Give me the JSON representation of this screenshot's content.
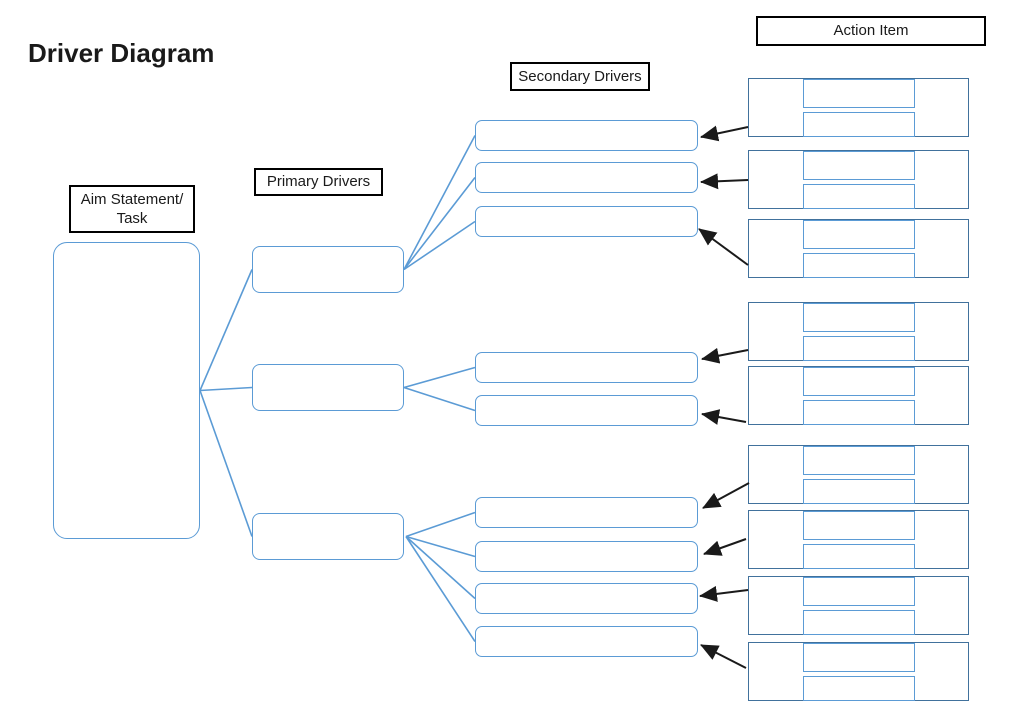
{
  "title": "Driver Diagram",
  "labels": {
    "aim_line1": "Aim Statement/",
    "aim_line2": "Task",
    "primary": "Primary Drivers",
    "secondary": "Secondary Drivers",
    "action": "Action Item"
  },
  "colors": {
    "shape_border": "#5B9BD5",
    "action_outer_border": "#41719C",
    "label_border": "#000000",
    "connector": "#5B9BD5",
    "arrow": "#1A1A1A",
    "text": "#1A1A1A",
    "background": "#FFFFFF"
  },
  "structure": {
    "primary_driver_count": 3,
    "secondary_driver_count": 9,
    "action_item_count": 9,
    "secondary_per_primary": [
      3,
      2,
      4
    ],
    "all_driver_boxes_blank": true
  }
}
